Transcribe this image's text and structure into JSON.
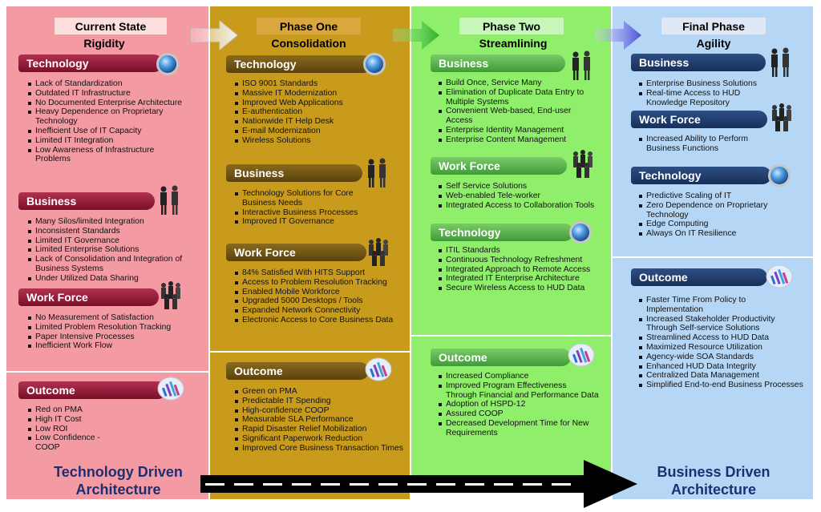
{
  "columns": [
    {
      "title": "Current State",
      "subtitle": "Rigidity",
      "sections": [
        {
          "heading": "Technology",
          "icon": "globe-icon",
          "items": [
            "Lack of Standardization",
            "Outdated IT Infrastructure",
            "No Documented Enterprise Architecture",
            "Heavy Dependence on Proprietary Technology",
            "Inefficient Use of IT Capacity",
            "Limited IT Integration",
            "Low Awareness of Infrastructure Problems"
          ]
        },
        {
          "heading": "Business",
          "icon": "business-people-icon",
          "items": [
            "Many Silos/limited Integration",
            "Inconsistent Standards",
            "Limited IT Governance",
            "Limited Enterprise Solutions",
            "Lack of Consolidation and Integration of Business Systems",
            "Under Utilized Data Sharing"
          ]
        },
        {
          "heading": "Work Force",
          "icon": "workforce-group-icon",
          "items": [
            "No Measurement of Satisfaction",
            "Limited Problem Resolution Tracking",
            "Paper Intensive Processes",
            "Inefficient Work Flow"
          ]
        }
      ],
      "outcome": {
        "heading": "Outcome",
        "icon": "bar-chart-icon",
        "items": [
          "Red on PMA",
          "High IT Cost",
          "Low ROI",
          "Low Confidence - COOP"
        ]
      }
    },
    {
      "title": "Phase One",
      "subtitle": "Consolidation",
      "sections": [
        {
          "heading": "Technology",
          "icon": "globe-icon",
          "items": [
            "ISO 9001 Standards",
            "Massive IT Modernization",
            "Improved Web Applications",
            "E-authentication",
            "Nationwide IT Help Desk",
            "E-mail Modernization",
            "Wireless Solutions"
          ]
        },
        {
          "heading": "Business",
          "icon": "business-people-icon",
          "items": [
            "Technology Solutions for Core Business Needs",
            "Interactive Business Processes",
            "Improved IT Governance"
          ]
        },
        {
          "heading": "Work Force",
          "icon": "workforce-group-icon",
          "items": [
            "84% Satisfied With HITS Support",
            "Access to Problem Resolution Tracking",
            "Enabled Mobile Workforce",
            "Upgraded 5000 Desktops / Tools",
            "Expanded Network Connectivity",
            "Electronic Access to Core Business Data"
          ]
        }
      ],
      "outcome": {
        "heading": "Outcome",
        "icon": "bar-chart-icon",
        "items": [
          "Green on PMA",
          "Predictable IT Spending",
          "High-confidence COOP",
          "Measurable SLA Performance",
          "Rapid Disaster Relief Mobilization",
          "Significant Paperwork Reduction",
          "Improved Core Business Transaction Times"
        ]
      }
    },
    {
      "title": "Phase Two",
      "subtitle": "Streamlining",
      "sections": [
        {
          "heading": "Business",
          "icon": "business-people-icon",
          "items": [
            "Build Once, Service Many",
            "Elimination of Duplicate Data Entry to Multiple Systems",
            "Convenient Web-based, End-user Access",
            "Enterprise Identity Management",
            "Enterprise Content Management"
          ]
        },
        {
          "heading": "Work Force",
          "icon": "workforce-group-icon",
          "items": [
            "Self Service Solutions",
            "Web-enabled Tele-worker",
            "Integrated Access to Collaboration Tools"
          ]
        },
        {
          "heading": "Technology",
          "icon": "globe-icon",
          "items": [
            "ITIL Standards",
            "Continuous Technology Refreshment",
            "Integrated Approach to Remote Access",
            "Integrated IT Enterprise Architecture",
            "Secure Wireless Access to HUD Data"
          ]
        }
      ],
      "outcome": {
        "heading": "Outcome",
        "icon": "bar-chart-icon",
        "items": [
          "Increased Compliance",
          "Improved Program Effectiveness Through Financial and Performance Data",
          "Adoption of HSPD-12",
          "Assured COOP",
          "Decreased Development Time for New Requirements"
        ]
      }
    },
    {
      "title": "Final Phase",
      "subtitle": "Agility",
      "sections": [
        {
          "heading": "Business",
          "icon": "business-people-icon",
          "items": [
            "Enterprise Business Solutions",
            "Real-time Access to HUD Knowledge Repository"
          ]
        },
        {
          "heading": "Work Force",
          "icon": "workforce-group-icon",
          "items": [
            "Increased Ability to Perform Business Functions"
          ]
        },
        {
          "heading": "Technology",
          "icon": "globe-icon",
          "items": [
            "Predictive Scaling of IT",
            "Zero Dependence on Proprietary Technology",
            "Edge Computing",
            "Always On IT Resilience"
          ]
        }
      ],
      "outcome": {
        "heading": "Outcome",
        "icon": "bar-chart-icon",
        "items": [
          "Faster Time From Policy to Implementation",
          "Increased Stakeholder Productivity Through Self-service Solutions",
          "Streamlined Access to HUD Data",
          "Maximized Resource Utilization",
          "Agency-wide SOA Standards",
          "Enhanced HUD Data Integrity",
          "Centralized Data Management",
          "Simplified End-to-end Business Processes"
        ]
      }
    }
  ],
  "footer": {
    "left": "Technology Driven Architecture",
    "right": "Business Driven Architecture"
  },
  "colors": {
    "current_state_bg": "#f39aa3",
    "phase_one_bg": "#c99b1c",
    "phase_two_bg": "#8fee6a",
    "final_phase_bg": "#b6d6f5",
    "footer_text": "#1d2f73"
  }
}
